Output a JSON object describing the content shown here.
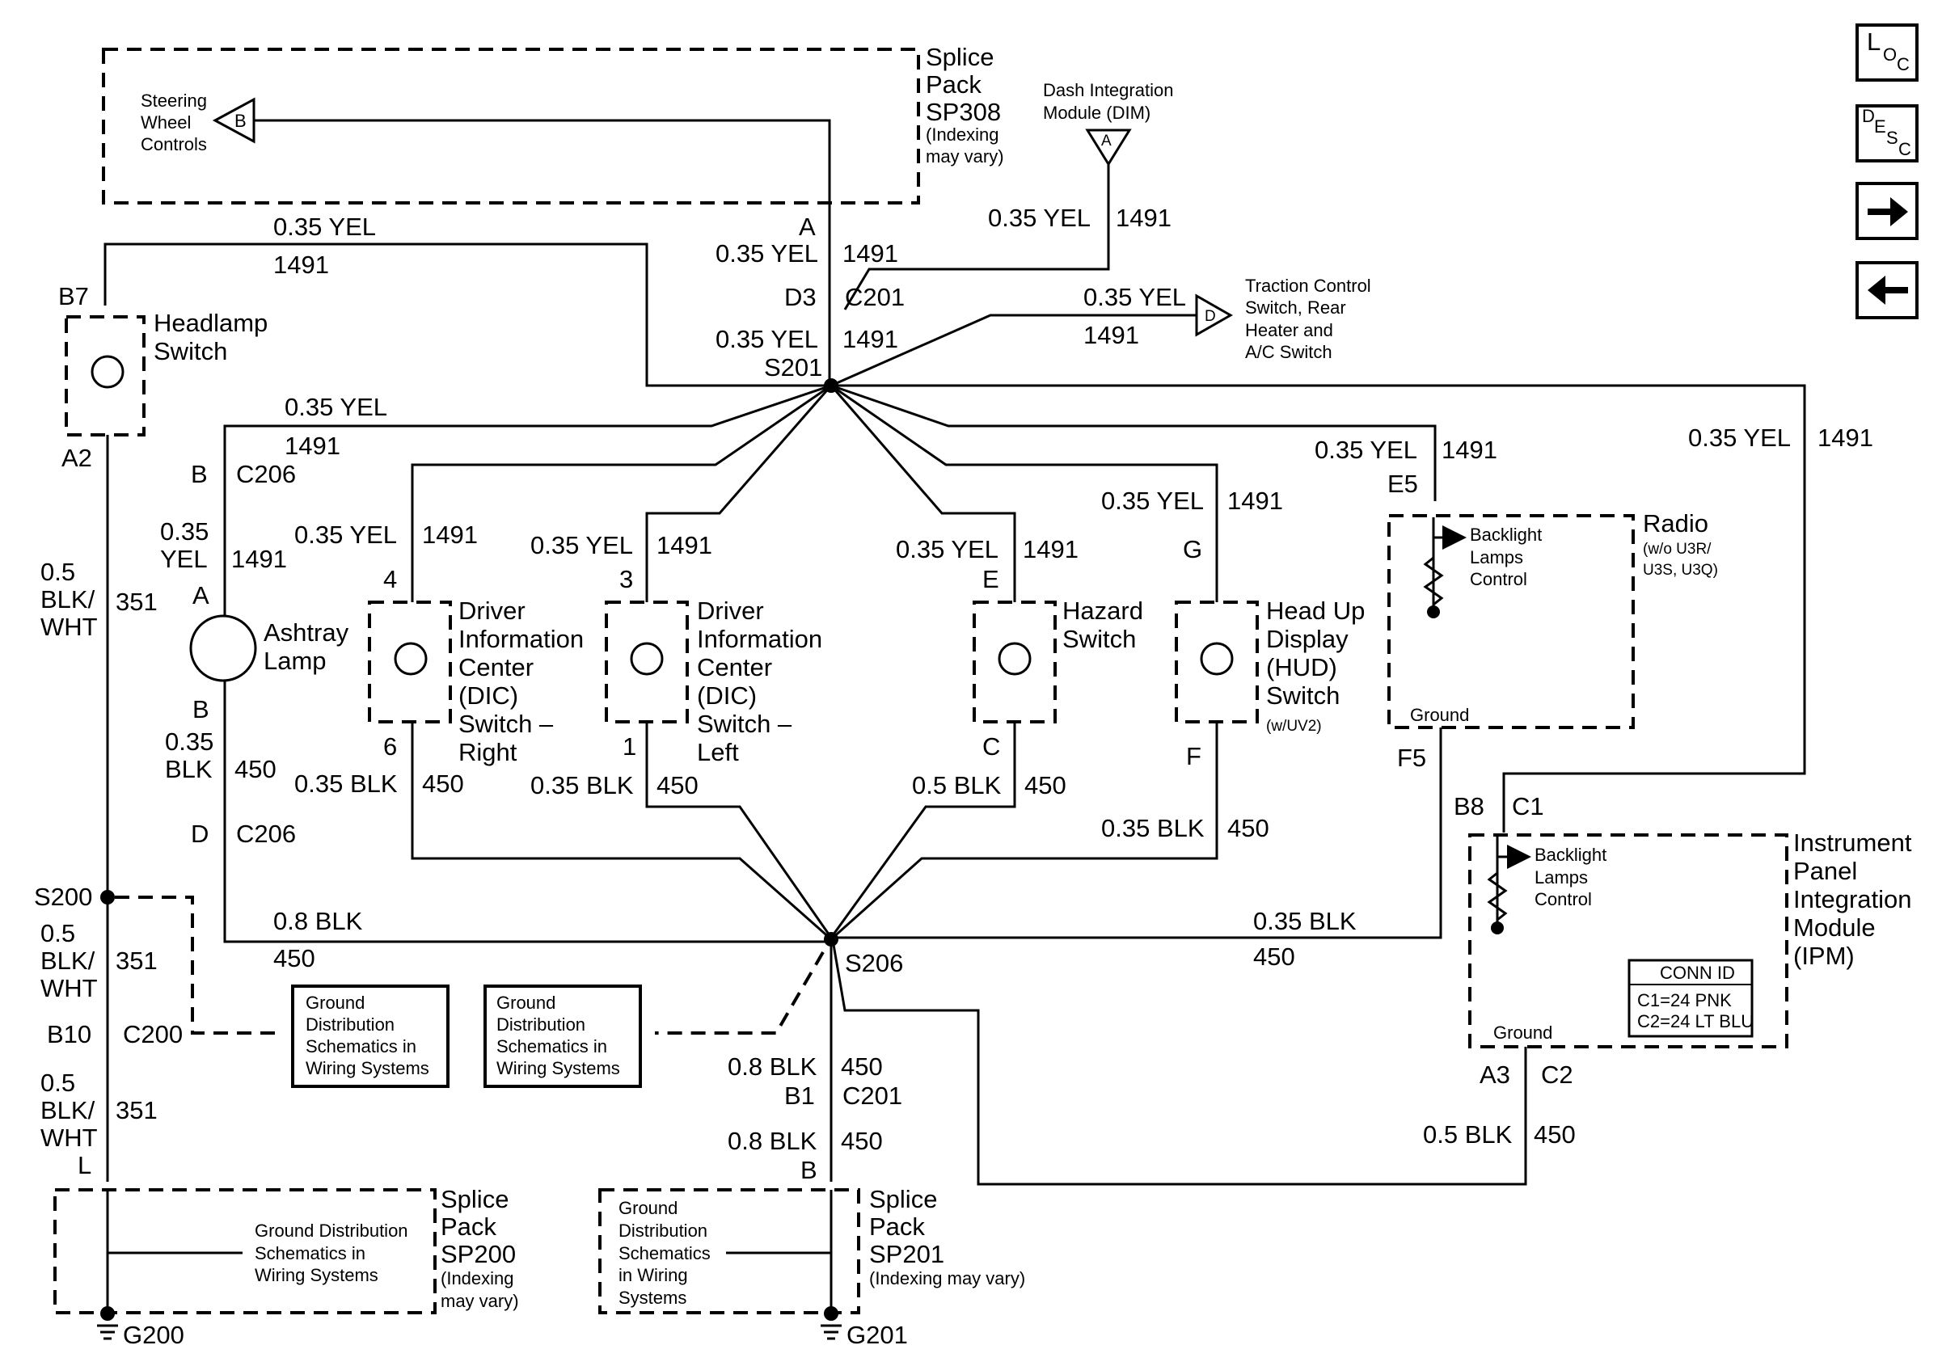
{
  "nav": {
    "loc": [
      "L",
      "O",
      "C"
    ],
    "desc": [
      "D",
      "E",
      "S",
      "C"
    ]
  },
  "modules": {
    "sp308": [
      "Splice",
      "Pack",
      "SP308",
      "(Indexing",
      "may vary)"
    ],
    "steering": [
      "Steering",
      "Wheel",
      "Controls"
    ],
    "dim": [
      "Dash Integration",
      "Module (DIM)"
    ],
    "traction": [
      "Traction Control",
      "Switch, Rear",
      "Heater and",
      "A/C Switch"
    ],
    "headlamp": [
      "Headlamp",
      "Switch"
    ],
    "ashtray": [
      "Ashtray",
      "Lamp"
    ],
    "dic_right": [
      "Driver",
      "Information",
      "Center",
      "(DIC)",
      "Switch –",
      "Right"
    ],
    "dic_left": [
      "Driver",
      "Information",
      "Center",
      "(DIC)",
      "Switch –",
      "Left"
    ],
    "hazard": [
      "Hazard",
      "Switch"
    ],
    "hud": [
      "Head Up",
      "Display",
      "(HUD)",
      "Switch"
    ],
    "hud_note": "(w/UV2)",
    "radio": [
      "Radio"
    ],
    "radio_note": [
      "(w/o U3R/",
      "U3S, U3Q)"
    ],
    "backlight": [
      "Backlight",
      "Lamps",
      "Control"
    ],
    "ground_word": "Ground",
    "ipm": [
      "Instrument",
      "Panel",
      "Integration",
      "Module",
      "(IPM)"
    ],
    "conn_id": [
      "CONN ID",
      "C1=24 PNK",
      "C2=24 LT BLU"
    ],
    "gnd_dist": [
      "Ground",
      "Distribution",
      "Schematics in",
      "Wiring Systems"
    ],
    "sp200_gnd": [
      "Ground Distribution",
      "Schematics in",
      "Wiring Systems"
    ],
    "sp200": [
      "Splice",
      "Pack",
      "SP200",
      "(Indexing",
      "may vary)"
    ],
    "sp201_gnd": [
      "Ground",
      "Distribution",
      "Schematics",
      "in Wiring",
      "Systems"
    ],
    "sp201": [
      "Splice",
      "Pack",
      "SP201",
      "(Indexing may vary)"
    ]
  },
  "labels": {
    "b": "B",
    "a": "A",
    "d": "D",
    "a_top": "A",
    "d3": "D3",
    "c201": "C201",
    "s201": "S201",
    "b7": "B7",
    "a2": "A2",
    "b_c206": "B",
    "c206_top": "C206",
    "a_ash": "A",
    "b_ash": "B",
    "d_c206": "D",
    "c206_bot": "C206",
    "pin4": "4",
    "pin6": "6",
    "pin3": "3",
    "pin1": "1",
    "pinE": "E",
    "pinC": "C",
    "pinG": "G",
    "pinF": "F",
    "e5": "E5",
    "f5": "F5",
    "b8": "B8",
    "c1": "C1",
    "a3": "A3",
    "c2": "C2",
    "s200": "S200",
    "b10": "B10",
    "c200": "C200",
    "L": "L",
    "s206": "S206",
    "b1": "B1",
    "c201_b": "C201",
    "b_sp201": "B",
    "g200": "G200",
    "g201": "G201"
  },
  "wires": {
    "yel035": "0.35 YEL",
    "c1491": "1491",
    "blk035": "0.35 BLK",
    "c450": "450",
    "blk05": "0.5 BLK",
    "blk08": "0.8 BLK",
    "blkwht05": [
      "0.5",
      "BLK/",
      "WHT"
    ],
    "c351": "351",
    "yel035_split": [
      "0.35",
      "YEL"
    ],
    "blk035_split": [
      "0.35",
      "BLK"
    ]
  },
  "colors": {
    "wire": "#000000",
    "background": "#ffffff"
  }
}
